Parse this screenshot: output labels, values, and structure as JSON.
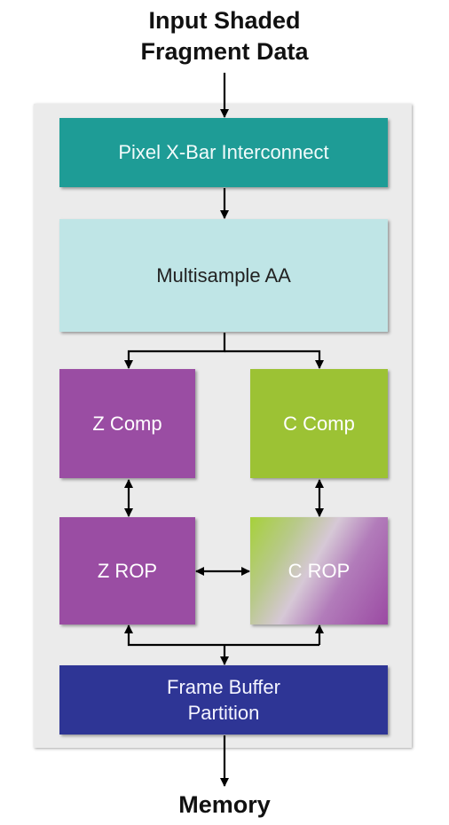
{
  "input_title": {
    "line1": "Input Shaded",
    "line2": "Fragment Data"
  },
  "output_title": "Memory",
  "blocks": {
    "xbar": "Pixel X-Bar Interconnect",
    "msaa": "Multisample AA",
    "z_comp": "Z Comp",
    "c_comp": "C Comp",
    "z_rop": "Z ROP",
    "c_rop": "C ROP",
    "frame_buffer": {
      "line1": "Frame Buffer",
      "line2": "Partition"
    }
  },
  "colors": {
    "xbar": "#1e9c96",
    "msaa": "#bfe5e6",
    "z_blocks": "#9a4da3",
    "c_comp": "#9cc234",
    "frame_buffer": "#2e3595",
    "panel": "#ebebeb"
  }
}
